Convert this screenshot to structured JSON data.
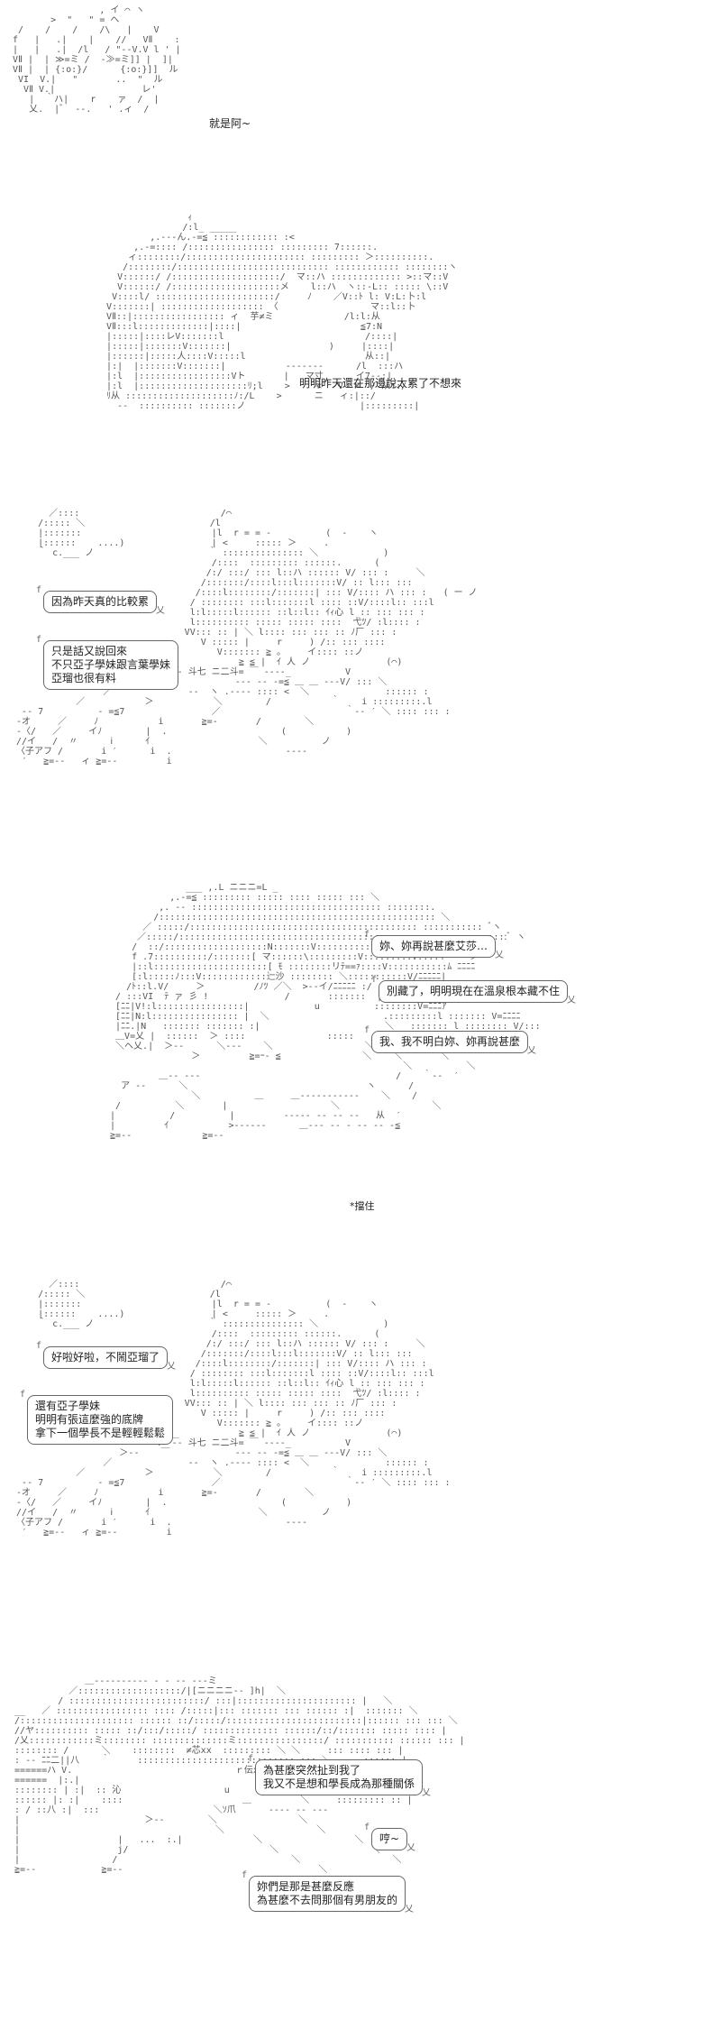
{
  "panel1": {
    "caption": "就是阿~"
  },
  "panel2": {
    "caption": "明明昨天還在那邊說太累了不想來"
  },
  "panel3": {
    "bubbles": [
      {
        "lines": [
          "因為昨天真的比較累"
        ]
      },
      {
        "lines": [
          "只是話又說回來",
          "不只亞子學妹跟言葉學妹",
          "亞瑠也很有料"
        ]
      }
    ]
  },
  "panel4": {
    "bubbles": [
      {
        "lines": [
          "妳、妳再說甚麼艾莎…"
        ]
      },
      {
        "lines": [
          "別藏了，明明現在在溫泉根本藏不住"
        ]
      },
      {
        "lines": [
          "我、我不明白妳、妳再說甚麼"
        ]
      }
    ],
    "note": "*擋住"
  },
  "panel5": {
    "bubbles": [
      {
        "lines": [
          "好啦好啦，不鬧亞瑠了"
        ]
      },
      {
        "lines": [
          "還有亞子學妹",
          "明明有張這麼強的底牌",
          "拿下一個學長不是輕輕鬆鬆"
        ]
      }
    ]
  },
  "panel6": {
    "bubbles": [
      {
        "lines": [
          "為甚麼突然扯到我了",
          "我又不是想和學長成為那種關係"
        ]
      },
      {
        "lines": [
          "哼~"
        ]
      },
      {
        "lines": [
          "妳們是那是甚麼反應",
          "為甚麼不去問那個有男朋友的"
        ]
      }
    ]
  }
}
